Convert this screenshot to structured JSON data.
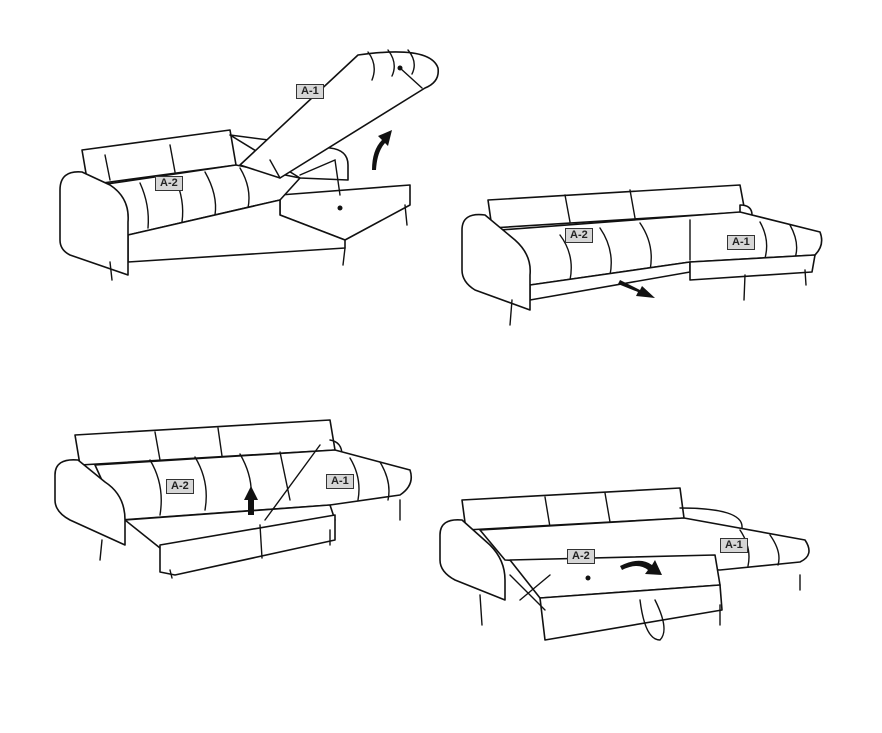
{
  "steps": [
    {
      "labels": {
        "a1": "A-1",
        "a2": "A-2"
      }
    },
    {
      "labels": {
        "a1": "A-1",
        "a2": "A-2"
      }
    },
    {
      "labels": {
        "a1": "A-1",
        "a2": "A-2"
      }
    },
    {
      "labels": {
        "a1": "A-1",
        "a2": "A-2"
      }
    }
  ]
}
